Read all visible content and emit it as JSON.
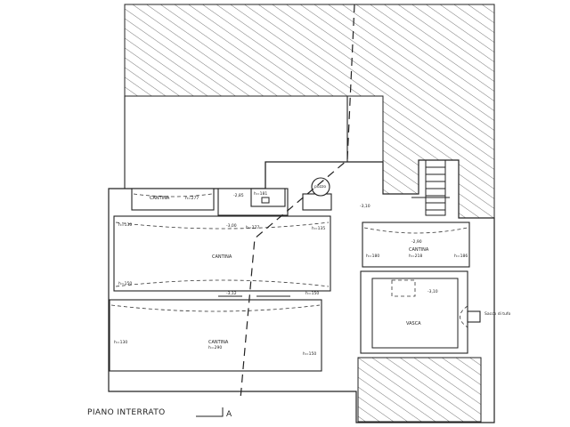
{
  "drawing": {
    "title": "PIANO INTERRATO",
    "section_marker": "A",
    "colors": {
      "line": "#222222",
      "hatch": "#555555",
      "background": "#ffffff"
    }
  },
  "rooms": {
    "cantina_small": {
      "name": "CANTINA",
      "height": "h=277"
    },
    "cantina_upper": {
      "name": "CANTINA",
      "height_center": "h=277",
      "height_left": "h=130",
      "height_right": "h=135",
      "height_bottom_left": "h=150",
      "height_bottom_right": "h=150"
    },
    "cantina_lower": {
      "name": "CANTINA",
      "height_center": "h=290",
      "height_left": "h=130",
      "height_right": "h=150"
    },
    "cantina_right": {
      "name": "CANTINA",
      "height_center": "h=218",
      "height_left": "h=180",
      "height_right": "h=186"
    },
    "vasca": {
      "name": "VASCA"
    },
    "small_room": {
      "height": "h=181"
    }
  },
  "levels": {
    "l1": "-2,85",
    "l2": "-3,10",
    "l3": "-3,00",
    "l4": "-3,12",
    "l5": "-2,90",
    "l6": "-3,10"
  },
  "labels": {
    "pozzo": "pozzo",
    "sacco": "Sacco di tufo"
  }
}
